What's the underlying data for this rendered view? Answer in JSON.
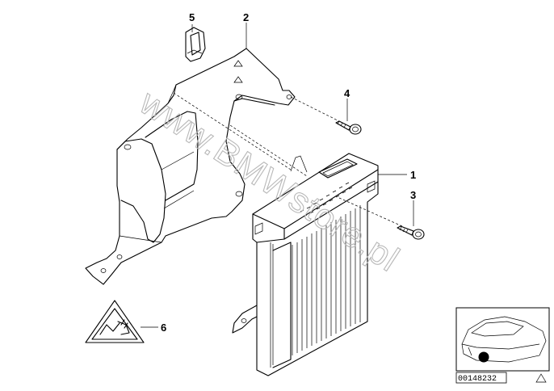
{
  "diagram": {
    "callouts": [
      {
        "id": "1",
        "label": "1"
      },
      {
        "id": "2",
        "label": "2"
      },
      {
        "id": "3",
        "label": "3"
      },
      {
        "id": "4",
        "label": "4"
      },
      {
        "id": "5",
        "label": "5"
      },
      {
        "id": "6",
        "label": "6"
      }
    ],
    "watermark": "www.BMWstore.pl",
    "reference_number": "00148232",
    "icons": {
      "warning": "electrostatic-warning-icon",
      "corner": "triangle-corner-icon",
      "car": "car-location-icon"
    }
  }
}
